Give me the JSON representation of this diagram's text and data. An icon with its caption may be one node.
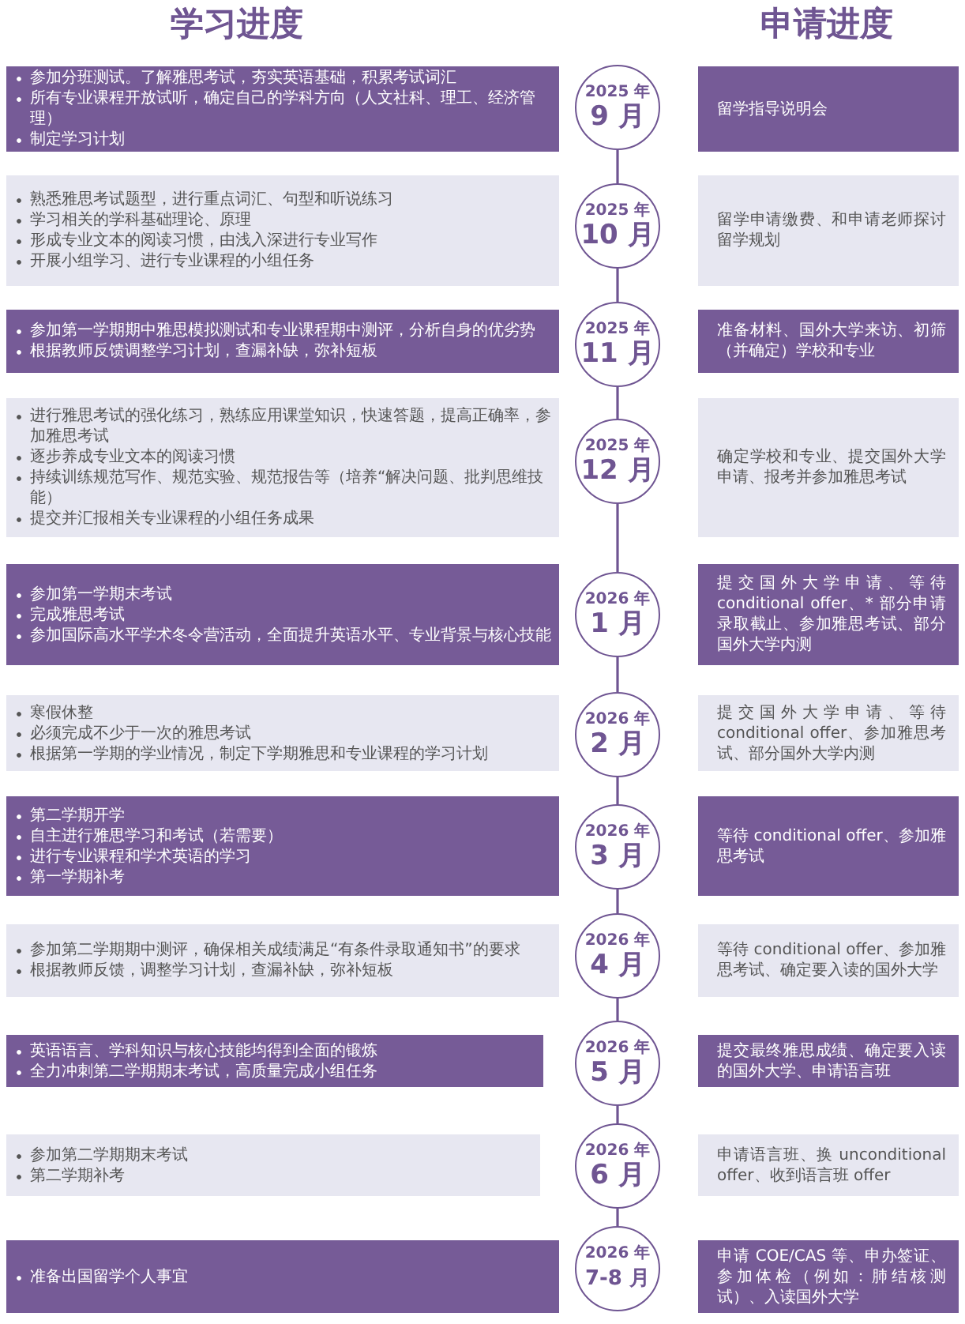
{
  "diagram": {
    "nodes": [
      {
        "text": [
          "参加分班测试。了解雅思考试，夯实英语基础，积累考试词汇",
          "所有专业课程开放试听，确定自己的学科方向（人文社科、理工、经济管理）",
          "制定学习计划"
        ]
      },
      {
        "text": [
          "2025 年",
          "9 月"
        ]
      },
      {
        "text": [
          "留学指导说明会"
        ]
      },
      {
        "text": [
          "熟悉雅思考试题型，进行重点词汇、句型和听说练习",
          "学习相关的学科基础理论、原理",
          "形成专业文本的阅读习惯，由浅入深进行专业写作",
          "开展小组学习、进行专业课程的小组任务"
        ]
      },
      {
        "text": [
          "2025 年",
          "10 月"
        ]
      },
      {
        "text": [
          "留学申请缴费、和申请老师探讨留学规划"
        ]
      },
      {
        "text": [
          "参加第一学期期中雅思模拟测试和专业课程期中测评，分析自身的优劣势",
          "根据教师反馈调整学习计划，查漏补缺，弥补短板"
        ]
      },
      {
        "text": [
          "2025 年",
          "11 月"
        ]
      },
      {
        "text": [
          "准备材料、国外大学来访、初筛（并确定）学校和专业"
        ]
      },
      {
        "text": [
          "进行雅思考试的强化练习，熟练应用课堂知识，快速答题，提高正确率，参加雅思考试",
          "逐步养成专业文本的阅读习惯",
          "持续训练规范写作、规范实验、规范报告等（培养“解决问题、批判思维技能）",
          "提交并汇报相关专业课程的小组任务成果"
        ]
      },
      {
        "text": [
          "2025 年",
          "12 月"
        ]
      },
      {
        "text": [
          "确定学校和专业、提交国外大学申请、报考并参加雅思考试"
        ]
      },
      {
        "text": [
          "参加第一学期末考试",
          "完成雅思考试",
          "参加国际高水平学术冬令营活动，全面提升英语水平、专业背景与核心技能"
        ]
      },
      {
        "text": [
          "2026 年",
          "1 月"
        ]
      },
      {
        "text": [
          "提交国外大学申请、等待 conditional offer、* 部分申请录取截止、参加雅思考试、部分国外大学内测"
        ]
      },
      {
        "text": [
          "寒假休整",
          "必须完成不少于一次的雅思考试",
          "根据第一学期的学业情况，制定下学期雅思和专业课程的学习计划"
        ]
      },
      {
        "text": [
          "2026 年",
          "2 月"
        ]
      },
      {
        "text": [
          "提交国外大学申请、等待 conditional offer、参加雅思考试、部分国外大学内测"
        ]
      },
      {
        "text": [
          "第二学期开学",
          "自主进行雅思学习和考试（若需要）",
          "进行专业课程和学术英语的学习",
          "第一学期补考"
        ]
      },
      {
        "text": [
          "2026 年",
          "3 月"
        ]
      },
      {
        "text": [
          "等待 conditional offer、参加雅思考试"
        ]
      },
      {
        "text": [
          "参加第二学期期中测评，确保相关成绩满足“有条件录取通知书”的要求",
          "根据教师反馈，调整学习计划，查漏补缺，弥补短板"
        ]
      },
      {
        "text": [
          "2026 年",
          "4 月"
        ]
      },
      {
        "text": [
          "等待 conditional offer、参加雅思考试、确定要入读的国外大学"
        ]
      },
      {
        "text": [
          "英语语言、学科知识与核心技能均得到全面的锻炼",
          "全力冲刺第二学期期末考试，高质量完成小组任务"
        ]
      },
      {
        "text": [
          "2026 年",
          "5 月"
        ]
      },
      {
        "text": [
          "提交最终雅思成绩、确定要入读的国外大学、申请语言班"
        ]
      },
      {
        "text": [
          "参加第二学期期末考试",
          "第二学期补考"
        ]
      },
      {
        "text": [
          "2026 年",
          "6 月"
        ]
      },
      {
        "text": [
          "申请语言班、换 unconditional offer、收到语言班 offer"
        ]
      },
      {
        "text": [
          "准备出国留学个人事宜"
        ]
      },
      {
        "text": [
          "2026 年",
          "7-8 月"
        ]
      },
      {
        "text": [
          "申请 COE/CAS 等、申办签证、参加体检（例如：肺结核测试）、入读国外大学"
        ]
      }
    ],
    "edges": [
      {
        "from": 1,
        "to": 4,
        "arrow": "none"
      },
      {
        "from": 4,
        "to": 7,
        "arrow": "none"
      },
      {
        "from": 7,
        "to": 10,
        "arrow": "none"
      },
      {
        "from": 10,
        "to": 13,
        "arrow": "none"
      },
      {
        "from": 13,
        "to": 16,
        "arrow": "none"
      },
      {
        "from": 16,
        "to": 19,
        "arrow": "none"
      },
      {
        "from": 19,
        "to": 22,
        "arrow": "none"
      },
      {
        "from": 22,
        "to": 25,
        "arrow": "none"
      },
      {
        "from": 25,
        "to": 28,
        "arrow": "none"
      },
      {
        "from": 28,
        "to": 31,
        "arrow": "none"
      }
    ],
    "labels": [
      "学习进度",
      "申请进度"
    ]
  }
}
